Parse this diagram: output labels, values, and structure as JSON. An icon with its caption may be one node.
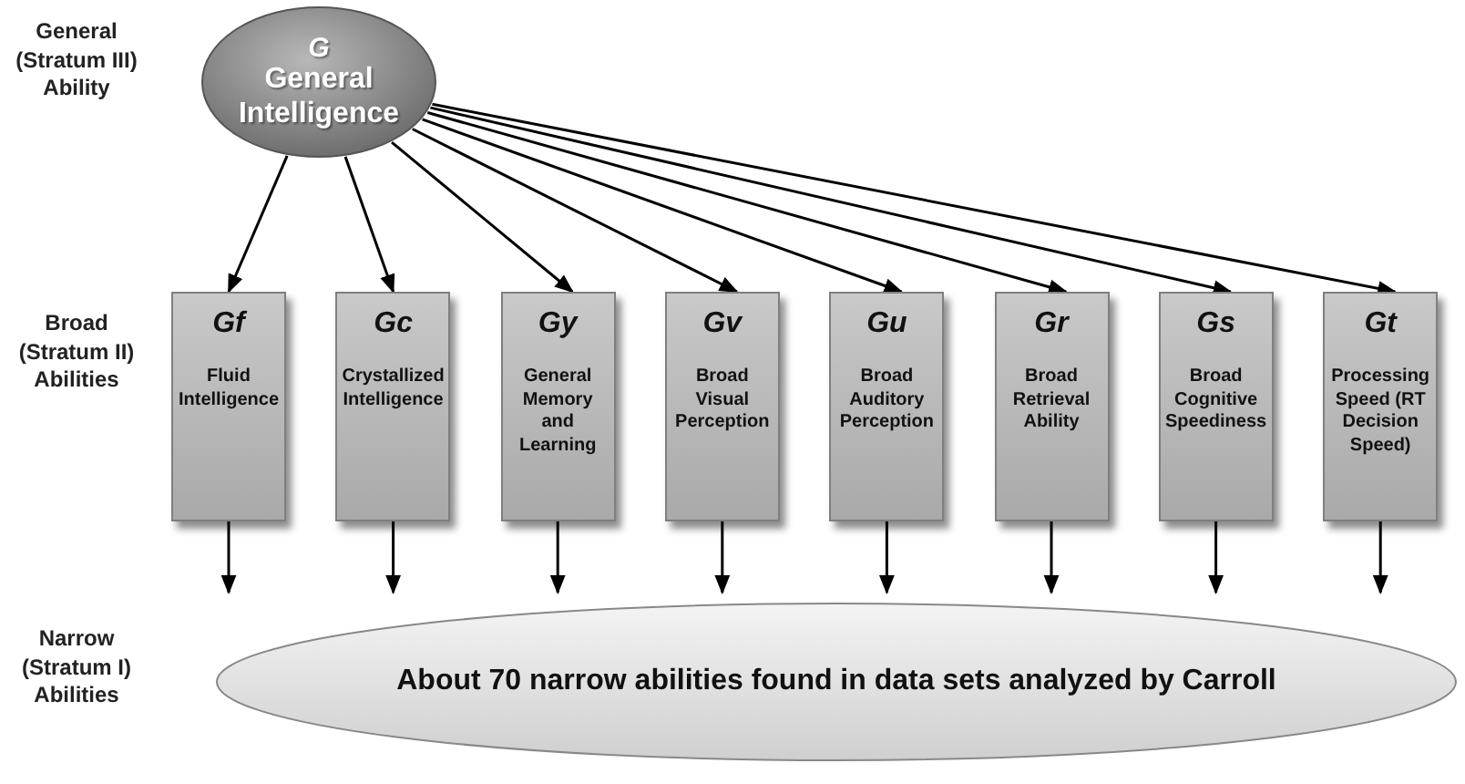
{
  "diagram": {
    "nodes": [
      {
        "text": [
          "G",
          "General Intelligence"
        ]
      },
      {
        "text": [
          "Gf",
          "Fluid Intelligence"
        ]
      },
      {
        "text": [
          "Gc",
          "Crystallized Intelligence"
        ]
      },
      {
        "text": [
          "Gy",
          "General Memory and Learning"
        ]
      },
      {
        "text": [
          "Gv",
          "Broad Visual Perception"
        ]
      },
      {
        "text": [
          "Gu",
          "Broad Auditory Perception"
        ]
      },
      {
        "text": [
          "Gr",
          "Broad Retrieval Ability"
        ]
      },
      {
        "text": [
          "Gs",
          "Broad Cognitive Speediness"
        ]
      },
      {
        "text": [
          "Gt",
          "Processing Speed (RT Decision Speed)"
        ]
      },
      {
        "text": [
          "About 70 narrow abilities found in data sets analyzed by Carroll"
        ]
      }
    ],
    "edges": [
      {
        "from": 0,
        "to": 1,
        "arrow": "to"
      },
      {
        "from": 0,
        "to": 2,
        "arrow": "to"
      },
      {
        "from": 0,
        "to": 3,
        "arrow": "to"
      },
      {
        "from": 0,
        "to": 4,
        "arrow": "to"
      },
      {
        "from": 0,
        "to": 5,
        "arrow": "to"
      },
      {
        "from": 0,
        "to": 6,
        "arrow": "to"
      },
      {
        "from": 0,
        "to": 7,
        "arrow": "to"
      },
      {
        "from": 0,
        "to": 8,
        "arrow": "to"
      },
      {
        "from": 1,
        "to": 9,
        "arrow": "to"
      },
      {
        "from": 2,
        "to": 9,
        "arrow": "to"
      },
      {
        "from": 3,
        "to": 9,
        "arrow": "to"
      },
      {
        "from": 4,
        "to": 9,
        "arrow": "to"
      },
      {
        "from": 5,
        "to": 9,
        "arrow": "to"
      },
      {
        "from": 6,
        "to": 9,
        "arrow": "to"
      },
      {
        "from": 7,
        "to": 9,
        "arrow": "to"
      },
      {
        "from": 8,
        "to": 9,
        "arrow": "to"
      }
    ],
    "labels": [
      "General (Stratum III) Ability",
      "Broad (Stratum II) Abilities",
      "Narrow (Stratum I) Abilities"
    ]
  }
}
